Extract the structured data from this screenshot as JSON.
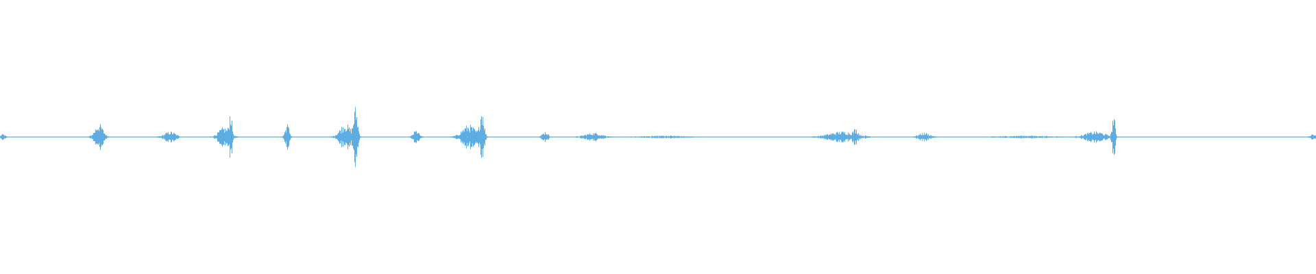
{
  "waveform": {
    "color": "#5dade2",
    "background": "#ffffff",
    "baseline_fraction": 0.5,
    "bursts": [
      {
        "pos": 0.002,
        "amp": 0.01,
        "spread": 0.003
      },
      {
        "pos": 0.075,
        "amp": 0.05,
        "spread": 0.006
      },
      {
        "pos": 0.129,
        "amp": 0.02,
        "spread": 0.008
      },
      {
        "pos": 0.17,
        "amp": 0.035,
        "spread": 0.008
      },
      {
        "pos": 0.175,
        "amp": 0.09,
        "spread": 0.002
      },
      {
        "pos": 0.218,
        "amp": 0.05,
        "spread": 0.003
      },
      {
        "pos": 0.262,
        "amp": 0.05,
        "spread": 0.008
      },
      {
        "pos": 0.27,
        "amp": 0.11,
        "spread": 0.003
      },
      {
        "pos": 0.316,
        "amp": 0.025,
        "spread": 0.004
      },
      {
        "pos": 0.356,
        "amp": 0.045,
        "spread": 0.01
      },
      {
        "pos": 0.366,
        "amp": 0.11,
        "spread": 0.003
      },
      {
        "pos": 0.414,
        "amp": 0.02,
        "spread": 0.004
      },
      {
        "pos": 0.451,
        "amp": 0.015,
        "spread": 0.012
      },
      {
        "pos": 0.505,
        "amp": 0.004,
        "spread": 0.025
      },
      {
        "pos": 0.64,
        "amp": 0.02,
        "spread": 0.02
      },
      {
        "pos": 0.65,
        "amp": 0.02,
        "spread": 0.003
      },
      {
        "pos": 0.702,
        "amp": 0.015,
        "spread": 0.008
      },
      {
        "pos": 0.78,
        "amp": 0.004,
        "spread": 0.03
      },
      {
        "pos": 0.832,
        "amp": 0.02,
        "spread": 0.014
      },
      {
        "pos": 0.846,
        "amp": 0.09,
        "spread": 0.002
      },
      {
        "pos": 0.998,
        "amp": 0.01,
        "spread": 0.004
      }
    ]
  }
}
